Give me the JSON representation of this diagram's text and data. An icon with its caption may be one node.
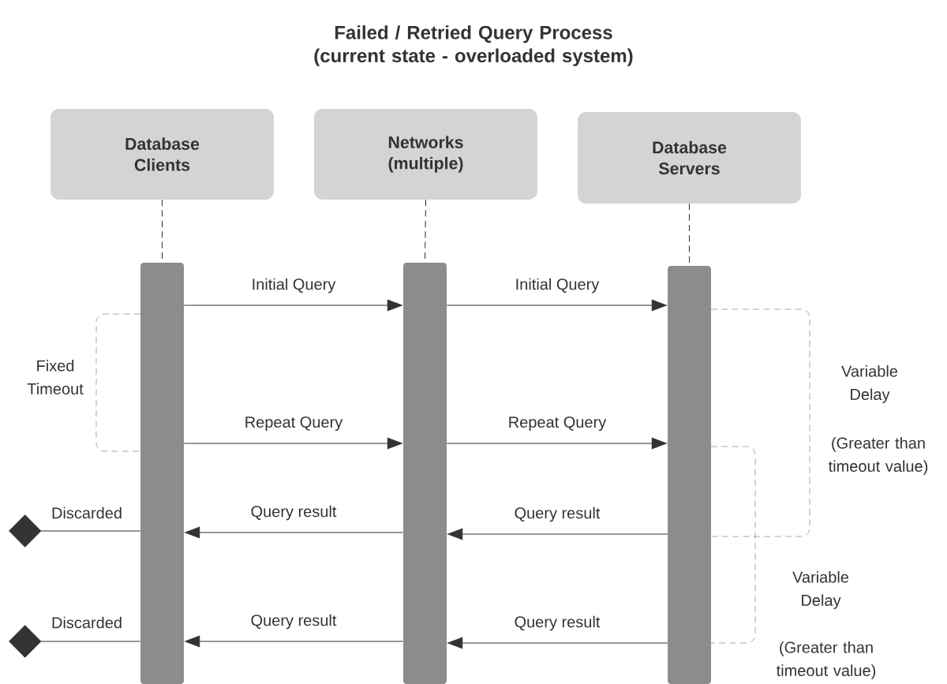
{
  "diagram": {
    "title": "Failed / Retried Query Process (current state - overloaded system)",
    "nodes": [
      {
        "text": [
          "Database Clients"
        ]
      },
      {
        "text": [
          "Networks (multiple)"
        ]
      },
      {
        "text": [
          "Database Servers"
        ]
      },
      {
        "text": [],
        "shape": "bar"
      },
      {
        "text": [],
        "shape": "bar"
      },
      {
        "text": [],
        "shape": "bar"
      }
    ],
    "edges": [
      {
        "from": 0,
        "to": 3,
        "arrow": "none",
        "style": "dashed"
      },
      {
        "from": 1,
        "to": 4,
        "arrow": "none",
        "style": "dashed"
      },
      {
        "from": 2,
        "to": 5,
        "arrow": "none",
        "style": "dashed"
      },
      {
        "from": 3,
        "to": 4,
        "arrow": "to",
        "label": "Initial Query"
      },
      {
        "from": 4,
        "to": 5,
        "arrow": "to",
        "label": "Initial Query"
      },
      {
        "from": 3,
        "to": 4,
        "arrow": "to",
        "label": "Repeat Query"
      },
      {
        "from": 4,
        "to": 5,
        "arrow": "to",
        "label": "Repeat Query"
      },
      {
        "from": 5,
        "to": 4,
        "arrow": "to",
        "label": "Query result"
      },
      {
        "from": 4,
        "to": 3,
        "arrow": "to",
        "label": "Query result"
      },
      {
        "from": 3,
        "to": null,
        "arrow": "other",
        "label": "Discarded"
      },
      {
        "from": 5,
        "to": 4,
        "arrow": "to",
        "label": "Query result"
      },
      {
        "from": 4,
        "to": 3,
        "arrow": "to",
        "label": "Query result"
      },
      {
        "from": 3,
        "to": null,
        "arrow": "other",
        "label": "Discarded"
      }
    ],
    "labels": [
      "Fixed Timeout",
      "Variable Delay",
      "(Greater than timeout value)",
      "Variable Delay",
      "(Greater than timeout value)"
    ]
  }
}
